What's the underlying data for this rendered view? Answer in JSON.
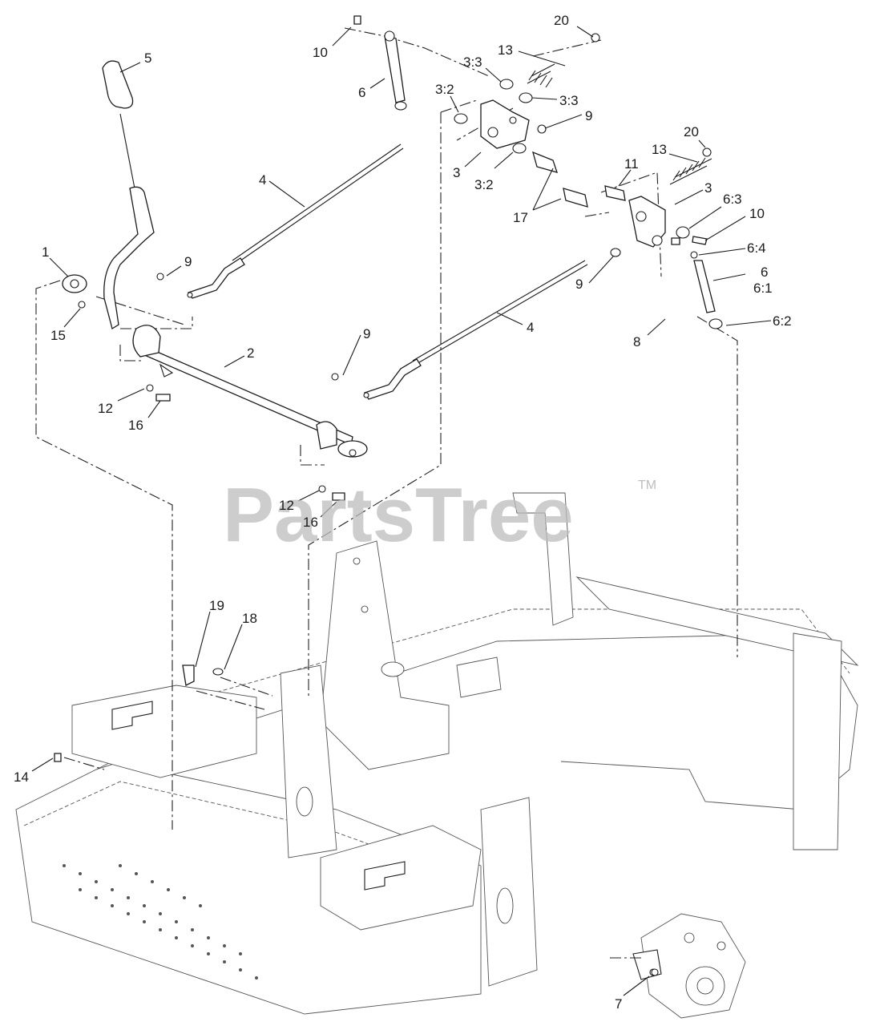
{
  "watermark": {
    "text": "PartsTree",
    "trademark": "TM"
  },
  "callouts": [
    {
      "id": "c-5",
      "label": "5"
    },
    {
      "id": "c-1",
      "label": "1"
    },
    {
      "id": "c-15",
      "label": "15"
    },
    {
      "id": "c-9a",
      "label": "9"
    },
    {
      "id": "c-4a",
      "label": "4"
    },
    {
      "id": "c-2",
      "label": "2"
    },
    {
      "id": "c-12a",
      "label": "12"
    },
    {
      "id": "c-16a",
      "label": "16"
    },
    {
      "id": "c-10a",
      "label": "10"
    },
    {
      "id": "c-6a",
      "label": "6"
    },
    {
      "id": "c-20a",
      "label": "20"
    },
    {
      "id": "c-13a",
      "label": "13"
    },
    {
      "id": "c-33a",
      "label": "3:3"
    },
    {
      "id": "c-32a",
      "label": "3:2"
    },
    {
      "id": "c-33b",
      "label": "3:3"
    },
    {
      "id": "c-9b",
      "label": "9"
    },
    {
      "id": "c-3a",
      "label": "3"
    },
    {
      "id": "c-32b",
      "label": "3:2"
    },
    {
      "id": "c-17",
      "label": "17"
    },
    {
      "id": "c-20b",
      "label": "20"
    },
    {
      "id": "c-13b",
      "label": "13"
    },
    {
      "id": "c-11",
      "label": "11"
    },
    {
      "id": "c-3b",
      "label": "3"
    },
    {
      "id": "c-63",
      "label": "6:3"
    },
    {
      "id": "c-10b",
      "label": "10"
    },
    {
      "id": "c-64",
      "label": "6:4"
    },
    {
      "id": "c-6b",
      "label": "6"
    },
    {
      "id": "c-61",
      "label": "6:1"
    },
    {
      "id": "c-9c",
      "label": "9"
    },
    {
      "id": "c-4b",
      "label": "4"
    },
    {
      "id": "c-8",
      "label": "8"
    },
    {
      "id": "c-62",
      "label": "6:2"
    },
    {
      "id": "c-9d",
      "label": "9"
    },
    {
      "id": "c-12b",
      "label": "12"
    },
    {
      "id": "c-16b",
      "label": "16"
    },
    {
      "id": "c-19",
      "label": "19"
    },
    {
      "id": "c-18",
      "label": "18"
    },
    {
      "id": "c-14",
      "label": "14"
    },
    {
      "id": "c-7",
      "label": "7"
    }
  ]
}
